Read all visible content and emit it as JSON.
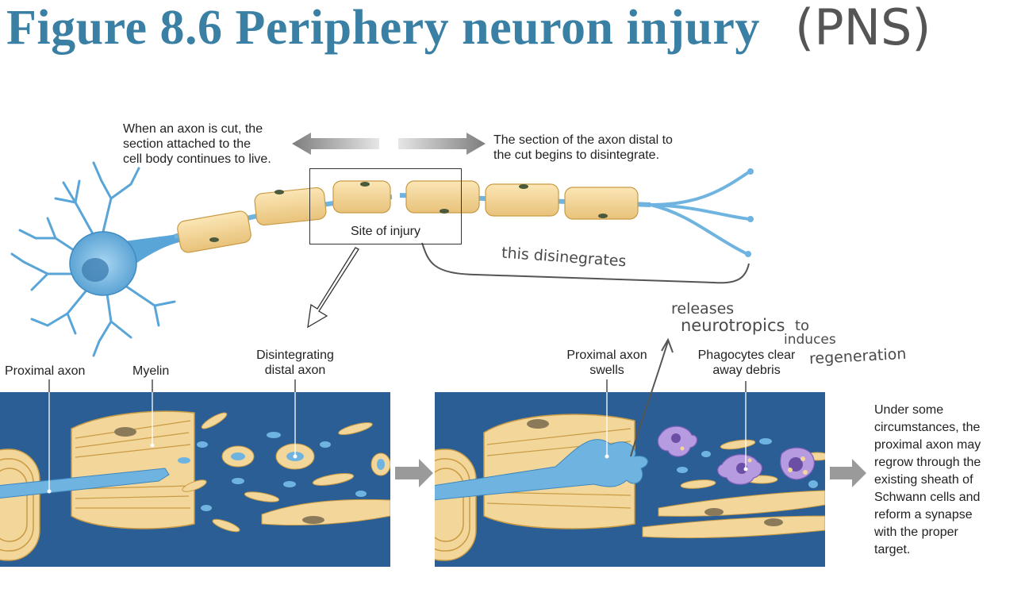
{
  "title": "Figure 8.6 Periphery neuron injury",
  "handwritten": {
    "pns": "(PNS)",
    "this_disintegrates": "this disinegrates",
    "releases": "releases",
    "neurotropics": "neurotropics",
    "to": "to",
    "induces": "induces",
    "regeneration": "regeneration"
  },
  "top": {
    "proximal_note": [
      "When an axon is cut, the",
      "section attached to the",
      "cell body continues to live."
    ],
    "distal_note": [
      "The section of the axon distal to",
      "the cut begins to disintegrate."
    ],
    "site_label": "Site of injury"
  },
  "panel1": {
    "proximal_axon": "Proximal axon",
    "myelin": "Myelin",
    "disintegrating": [
      "Disintegrating",
      "distal axon"
    ]
  },
  "panel2": {
    "swells": [
      "Proximal axon",
      "swells"
    ],
    "phagocytes": [
      "Phagocytes clear",
      "away debris"
    ]
  },
  "regrow_note": [
    "Under some",
    "circumstances, the",
    "proximal axon may",
    "regrow through the",
    "existing sheath of",
    "Schwann cells and",
    "reform a synapse",
    "with the proper",
    "target."
  ],
  "colors": {
    "title": "#3a7fa4",
    "panel_bg": "#2a5e95",
    "axon": "#6fb4e0",
    "myelin": "#f3d699",
    "myelin_edge": "#d9b25c",
    "arrow_gray": "#8a8a8a"
  }
}
